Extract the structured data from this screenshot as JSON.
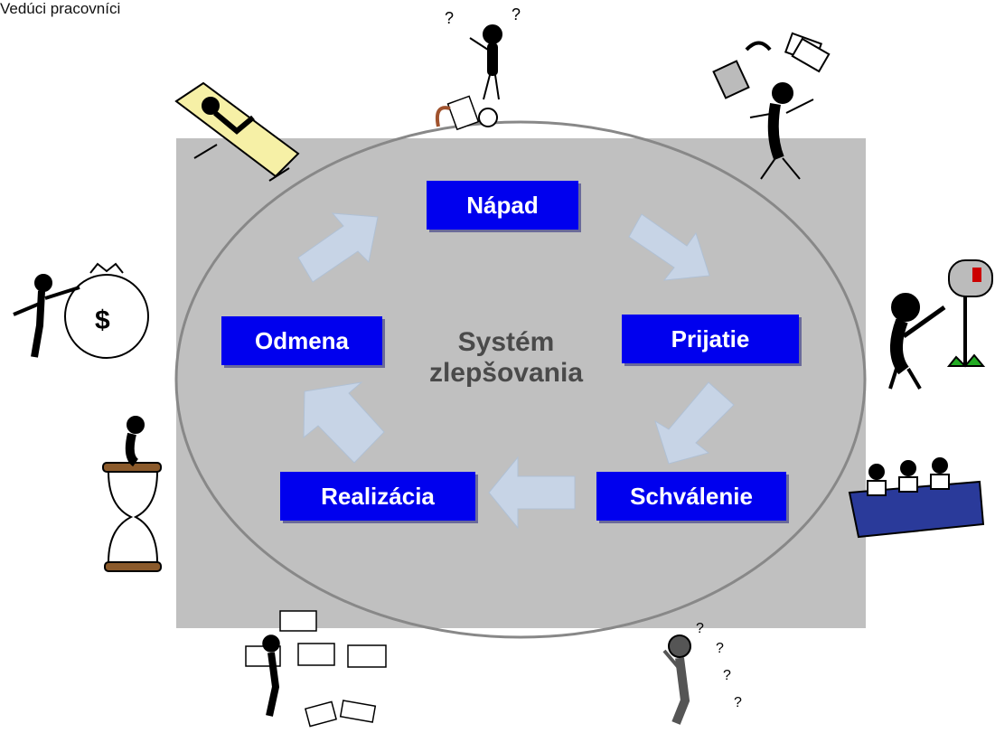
{
  "header": {
    "label": "Vedúci pracovníci"
  },
  "center": {
    "line1": "Systém",
    "line2": "zlepšovania"
  },
  "steps": {
    "napad": "Nápad",
    "prijatie": "Prijatie",
    "schvalenie": "Schválenie",
    "realizacia": "Realizácia",
    "odmena": "Odmena"
  },
  "icons": {
    "thinker": "question-person-icon",
    "juggler": "juggling-person-icon",
    "mailbox": "mailbox-person-icon",
    "committee": "committee-table-icon",
    "confused": "confused-person-icon",
    "planner": "planner-boxes-icon",
    "hourglass": "hourglass-person-icon",
    "money": "money-bag-person-icon",
    "lounger": "lounge-chair-person-icon"
  },
  "colors": {
    "step_fill": "#0000ee",
    "arrow_fill": "#c7d4e6",
    "panel": "#c0c0c0"
  }
}
